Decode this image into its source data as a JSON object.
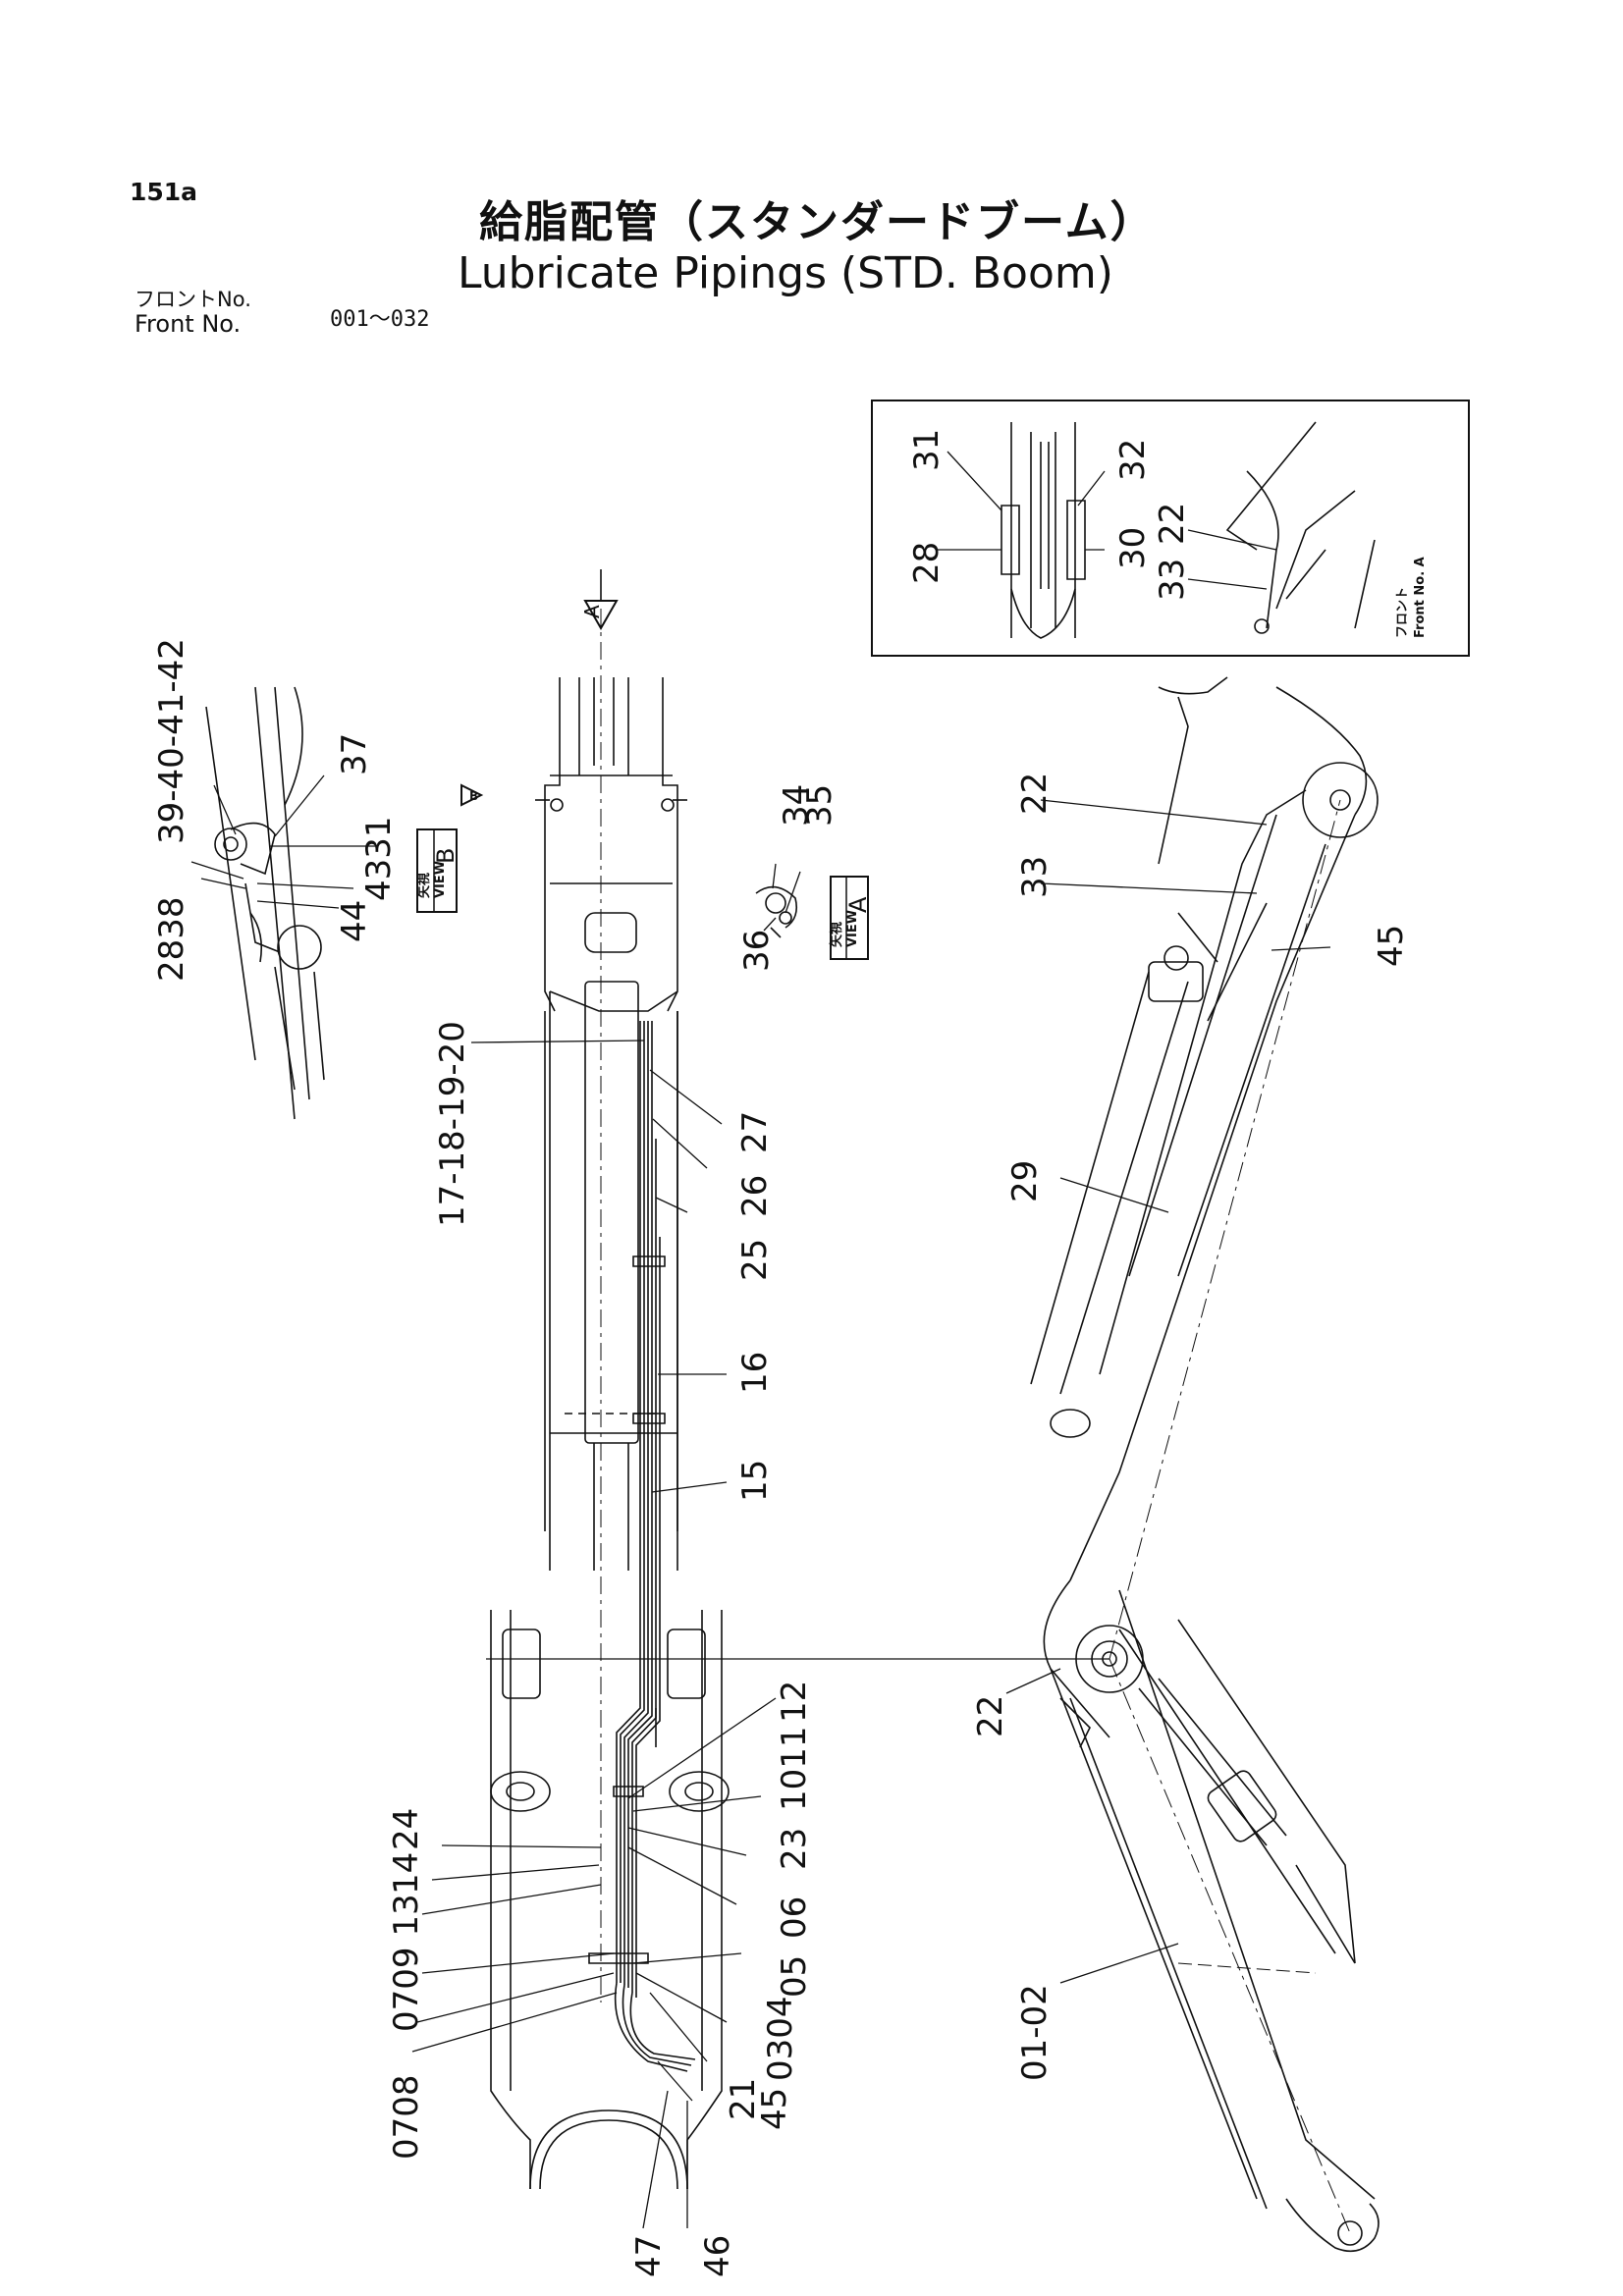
{
  "header": {
    "page_number": "151a",
    "title_jp": "給脂配管（スタンダードブーム）",
    "title_en": "Lubricate Pipings (STD. Boom)",
    "front_no_jp": "フロントNo.",
    "front_no_en": "Front   No.",
    "front_no_range": "001～032"
  },
  "view_markers": {
    "view_b_jp": "矢視",
    "view_b_en": "VIEW",
    "view_b_letter": "B",
    "view_a_jp": "矢視",
    "view_a_en": "VIEW",
    "view_a_letter": "A",
    "arrow_a_letter": "A",
    "arrow_b_letter": "B"
  },
  "inset": {
    "note_jp": "フロント",
    "note_en": "Front No. A"
  },
  "callouts": {
    "detail_b_top": "39-40-41-42",
    "detail_b_37": "37",
    "detail_b_31": "4331",
    "detail_b_44": "44",
    "detail_b_2838": "2838",
    "view_a_34": "34",
    "view_a_35": "35",
    "view_a_36": "36",
    "c_17_20": "17-18-19-20",
    "c_27": "27",
    "c_26": "26",
    "c_25": "25",
    "c_16": "16",
    "c_15": "15",
    "c_12": "12",
    "c_10_11": "1011",
    "c_23": "23",
    "c_06": "06",
    "c_05": "05",
    "c_24": "24",
    "c_14": "14",
    "c_0709_13": "0709 13",
    "c_08": "08",
    "c_0304": "0304",
    "c_21": "21",
    "c_45_bottom": "45",
    "c_46": "46",
    "c_47": "47",
    "c_0708": "0708",
    "inset_31": "31",
    "inset_32": "32",
    "inset_28": "28",
    "inset_30": "30",
    "inset_22": "22",
    "inset_33": "33",
    "side_22_top": "22",
    "side_33": "33",
    "side_45": "45",
    "side_29": "29",
    "side_22_mid": "22",
    "side_01_02": "01-02"
  }
}
